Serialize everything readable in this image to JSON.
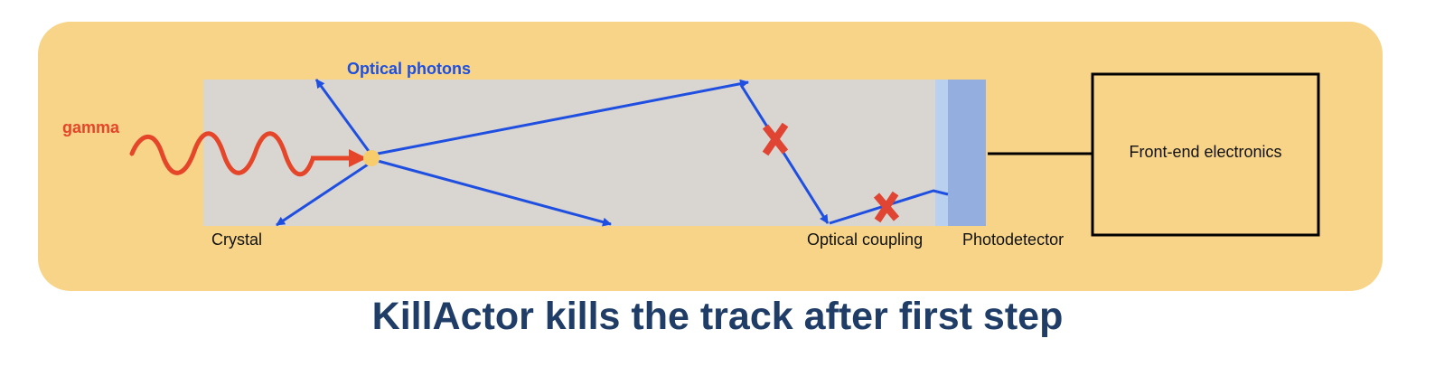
{
  "colors": {
    "panel": "#f7d488",
    "crystal": "#d9d5d0",
    "coupling": "#b9d0ee",
    "photodetector": "#94aee0",
    "photon": "#1f4fe0",
    "gamma": "#e5462a",
    "interaction_point": "#f7cc6a",
    "title": "#1f3d66"
  },
  "labels": {
    "gamma": "gamma",
    "optical_photons": "Optical photons",
    "crystal": "Crystal",
    "optical_coupling": "Optical coupling",
    "photodetector": "Photodetector",
    "electronics": "Front-end electronics"
  },
  "title": "KillActor kills the track after first step",
  "icons": {
    "kill_marker": "red-x-icon"
  }
}
